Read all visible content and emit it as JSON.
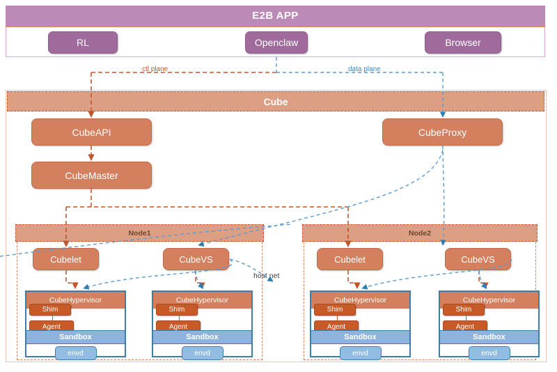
{
  "app": {
    "title": "E2B APP",
    "buttons": [
      {
        "label": "RL",
        "name": "rl"
      },
      {
        "label": "Openclaw",
        "name": "openclaw"
      },
      {
        "label": "Browser",
        "name": "browser"
      }
    ]
  },
  "planes": {
    "ctl": "ctl plane",
    "data": "data plane",
    "host_net": "host net"
  },
  "cube": {
    "title": "Cube",
    "api": "CubeAPI",
    "master": "CubeMaster",
    "proxy": "CubeProxy"
  },
  "nodes": [
    {
      "title": "Node1",
      "cubelet": "Cubelet",
      "cubevs": "CubeVS",
      "sandboxes": [
        {
          "hypervisor": "CubeHypervisor",
          "shim": "Shim",
          "agent": "Agent",
          "sandbox": "Sandbox",
          "envd": "envd"
        },
        {
          "hypervisor": "CubeHypervisor",
          "shim": "Shim",
          "agent": "Agent",
          "sandbox": "Sandbox",
          "envd": "envd"
        }
      ]
    },
    {
      "title": "Node2",
      "cubelet": "Cubelet",
      "cubevs": "CubeVS",
      "sandboxes": [
        {
          "hypervisor": "CubeHypervisor",
          "shim": "Shim",
          "agent": "Agent",
          "sandbox": "Sandbox",
          "envd": "envd"
        },
        {
          "hypervisor": "CubeHypervisor",
          "shim": "Shim",
          "agent": "Agent",
          "sandbox": "Sandbox",
          "envd": "envd"
        }
      ]
    }
  ],
  "colors": {
    "app_header_purple": "#bb8ab6",
    "app_button_purple": "#a06a9c",
    "band_salmon": "#dd9f83",
    "box_salmon": "#d4805e",
    "pill_orange": "#c85a28",
    "ctl_plane_orange": "#c0562c",
    "data_plane_blue": "#3d86bd",
    "sandbox_blue": "#8fb4dc",
    "envd_blue": "#92bce2",
    "stack_border_blue": "#3b7fa8"
  }
}
